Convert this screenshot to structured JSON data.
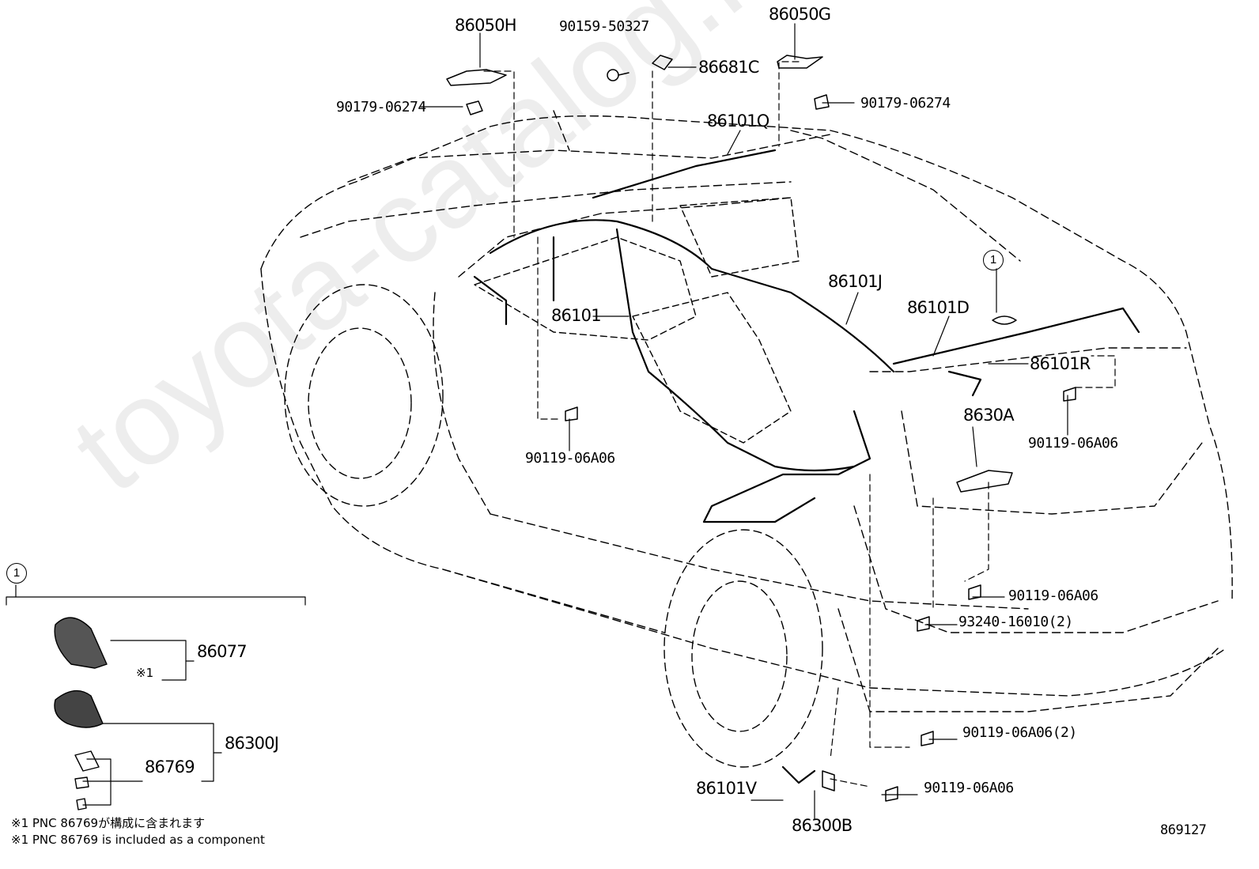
{
  "watermark": "toyota-catalog.ru",
  "diagram_id": "869127",
  "parts": {
    "p86050H": "86050H",
    "p90159": "90159-50327",
    "p86050G": "86050G",
    "p86681C": "86681C",
    "p90179_left": "90179-06274",
    "p90179_right": "90179-06274",
    "p86101Q": "86101Q",
    "p86101J": "86101J",
    "p86101D": "86101D",
    "p86101": "86101",
    "p86101R": "86101R",
    "p90119_a": "90119-06A06",
    "p8630A": "8630A",
    "p90119_b": "90119-06A06",
    "p90119_c": "90119-06A06",
    "p93240": "93240-16010(2)",
    "p90119_d": "90119-06A06(2)",
    "p90119_e": "90119-06A06",
    "p86101V": "86101V",
    "p86300B": "86300B",
    "p86077": "86077",
    "p86300J": "86300J",
    "p86769": "86769"
  },
  "callout_ref": "1",
  "inset_ref": "1",
  "note_mark": "※1",
  "notes": {
    "jp": "※1 PNC 86769が構成に含まれます",
    "en": "※1 PNC 86769 is included as a component"
  }
}
